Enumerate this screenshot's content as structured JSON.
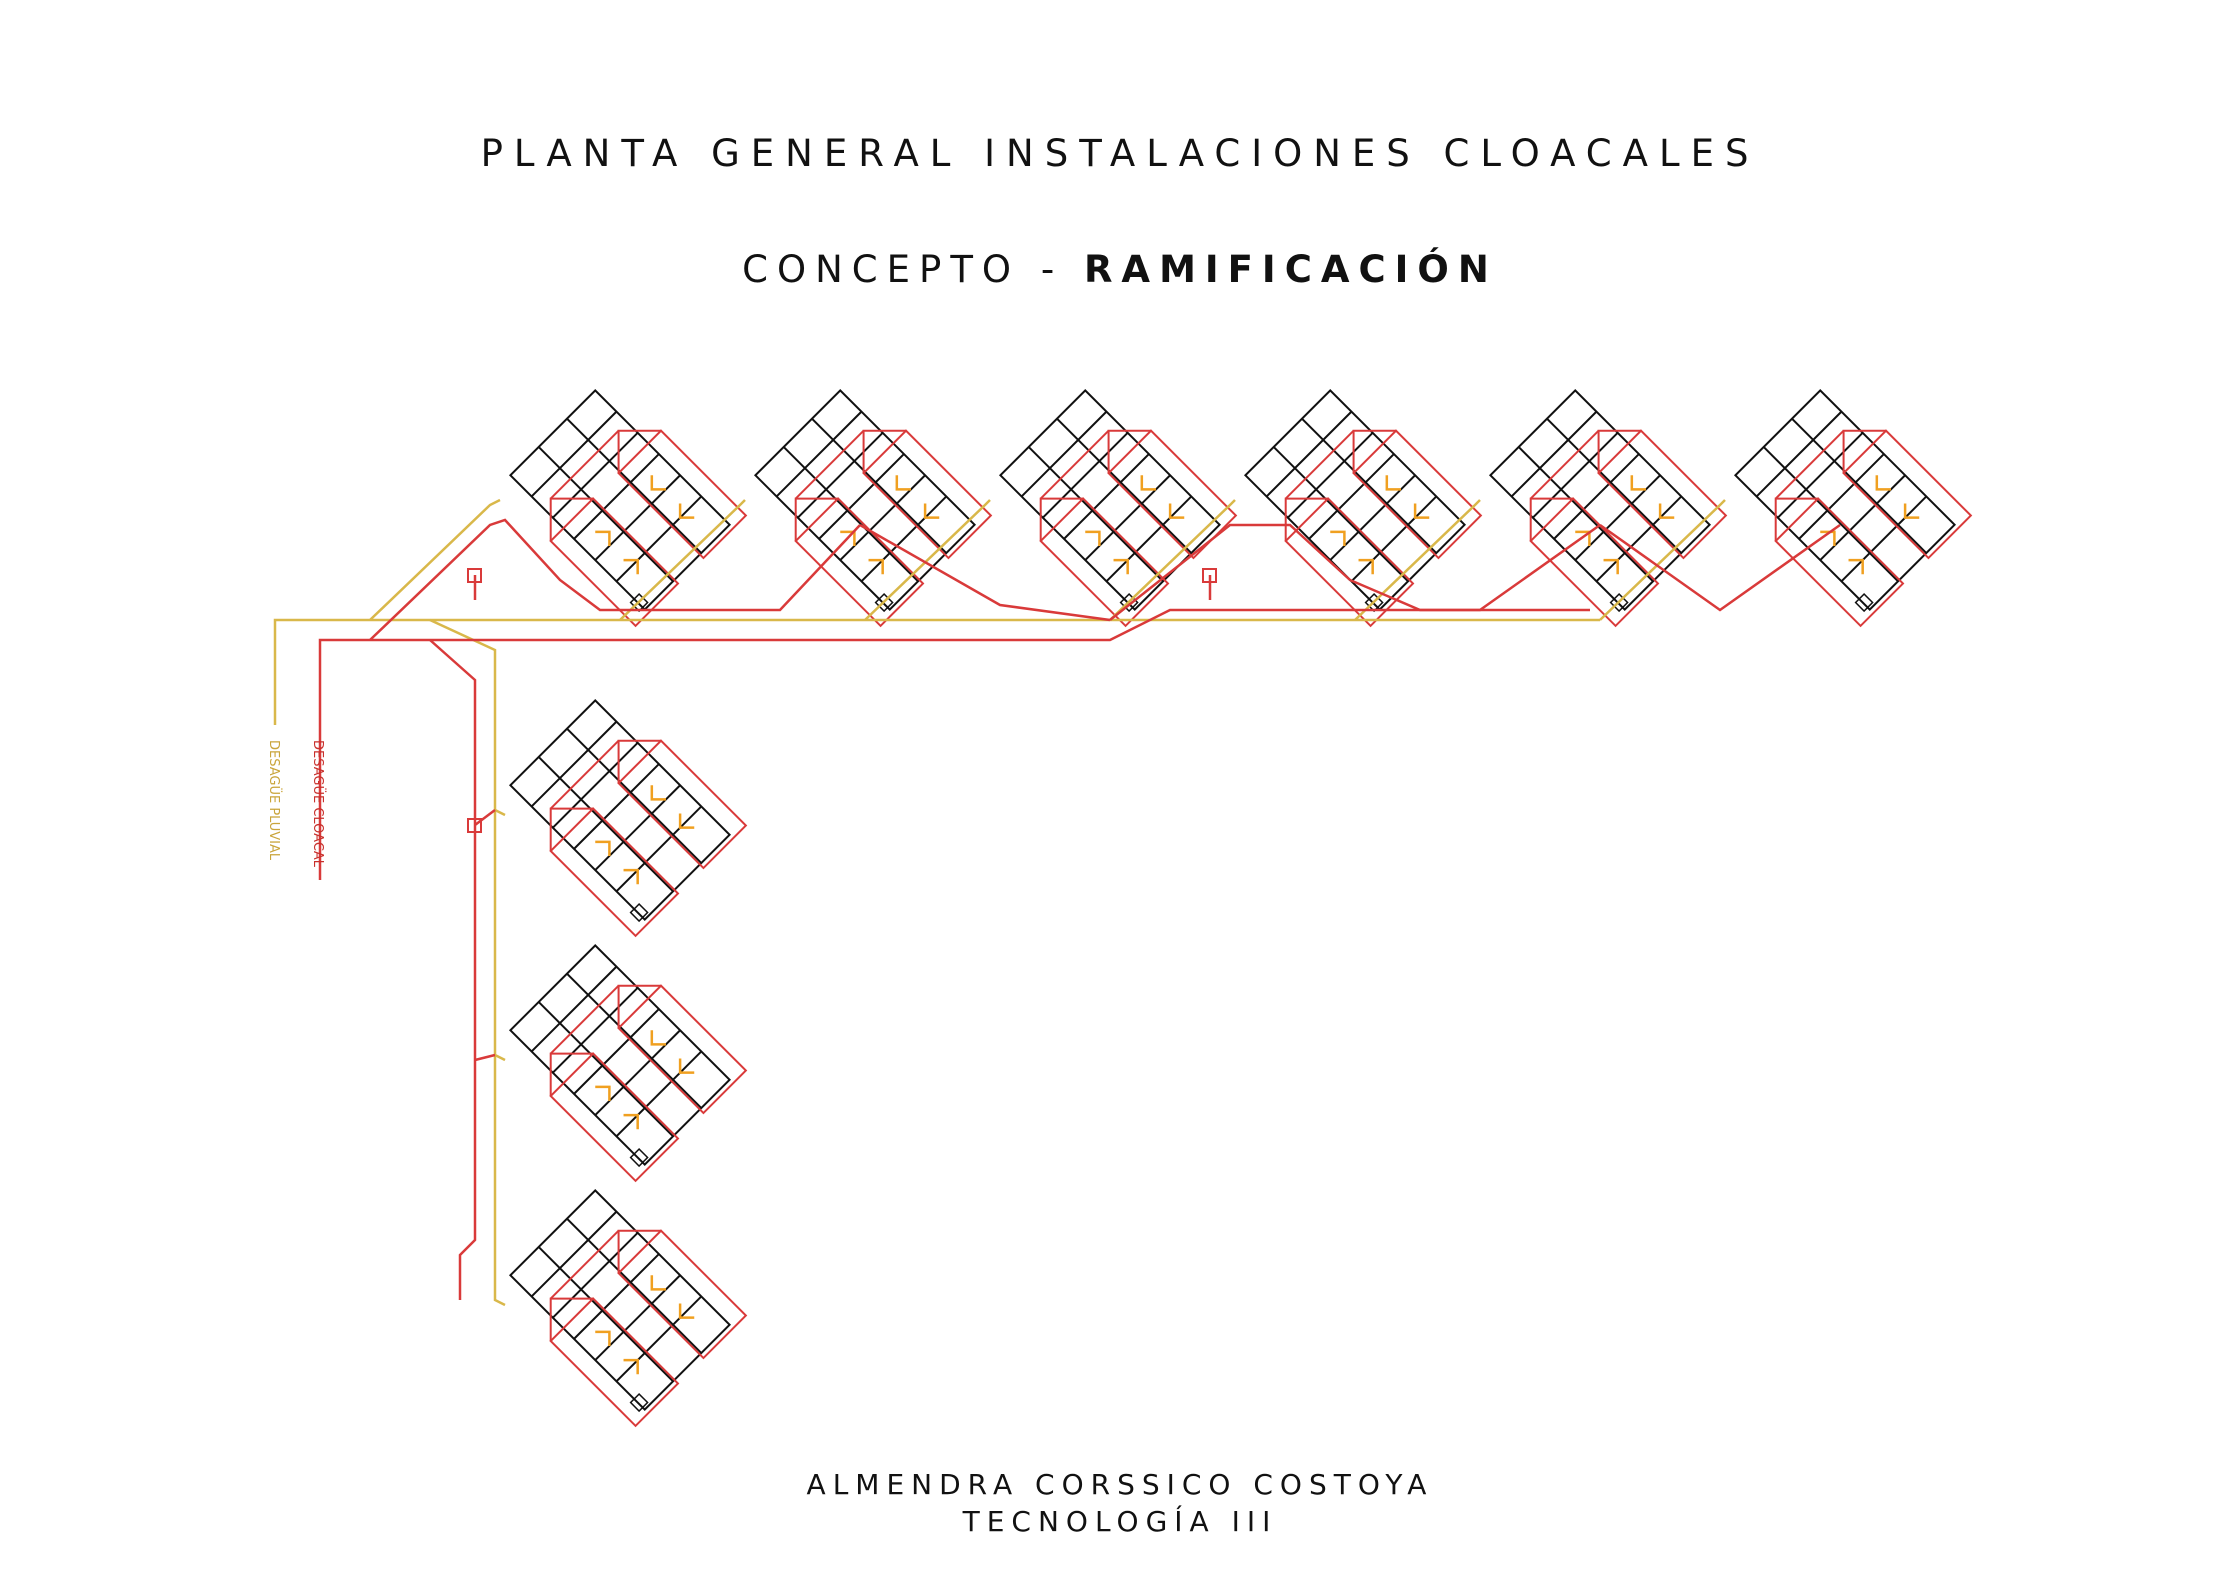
{
  "title": "PLANTA GENERAL INSTALACIONES CLOACALES",
  "subtitle_prefix": "CONCEPTO - ",
  "subtitle_bold": "RAMIFICACIÓN",
  "legend": {
    "pluvial": "DESAGÜE PLUVIAL",
    "cloacal": "DESAGÜE CLOACAL"
  },
  "author": "ALMENDRA CORSSICO COSTOYA",
  "course": "TECNOLOGÍA III",
  "colors": {
    "pluvial": "#d9b84a",
    "cloacal": "#d93a3a",
    "building": "#111111",
    "fixture": "#f0a020"
  }
}
